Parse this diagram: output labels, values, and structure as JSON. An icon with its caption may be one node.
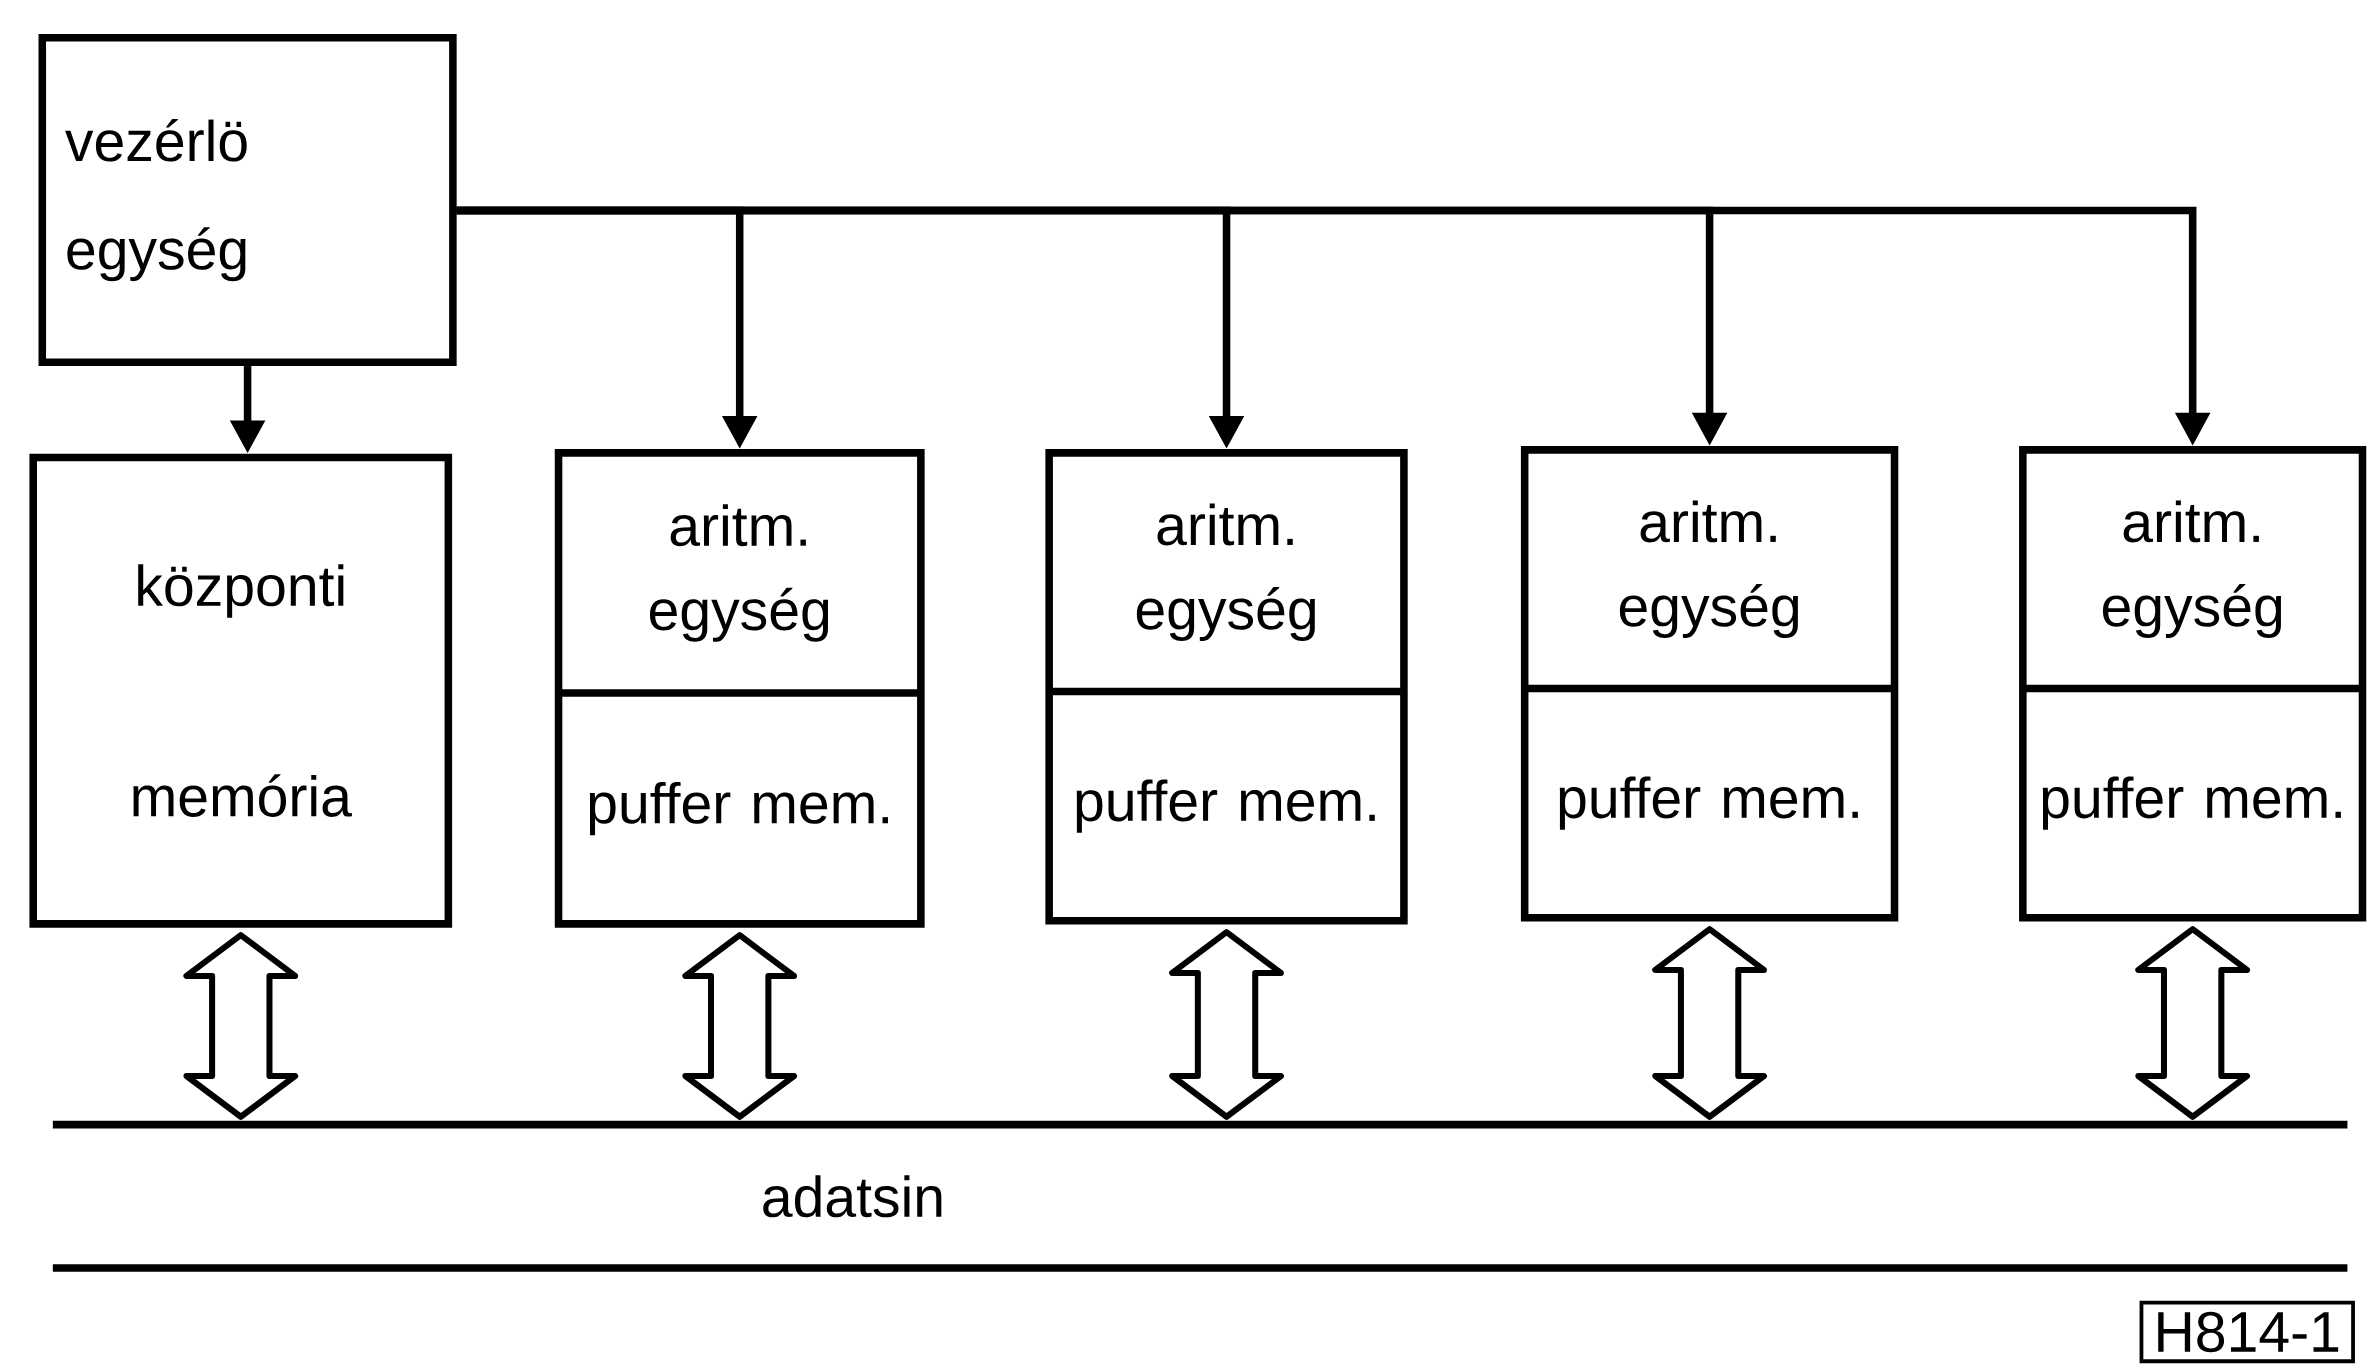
{
  "diagram": {
    "nodes": [
      {
        "text": [
          "vezérlö egység"
        ]
      },
      {
        "text": [
          "központi memória"
        ]
      },
      {
        "text": [
          "aritm. egység",
          "puffer mem."
        ]
      },
      {
        "text": [
          "aritm. egység",
          "puffer mem."
        ]
      },
      {
        "text": [
          "aritm. egység",
          "puffer mem."
        ]
      },
      {
        "text": [
          "aritm. egység",
          "puffer mem."
        ]
      },
      {
        "text": [
          "adatsin"
        ]
      }
    ],
    "edges": [
      {
        "from": 0,
        "to": 1,
        "arrow": "to"
      },
      {
        "from": 0,
        "to": 2,
        "arrow": "to"
      },
      {
        "from": 0,
        "to": 3,
        "arrow": "to"
      },
      {
        "from": 0,
        "to": 4,
        "arrow": "to"
      },
      {
        "from": 0,
        "to": 5,
        "arrow": "to"
      },
      {
        "from": 1,
        "to": 6,
        "arrow": "both"
      },
      {
        "from": 2,
        "to": 6,
        "arrow": "both"
      },
      {
        "from": 3,
        "to": 6,
        "arrow": "both"
      },
      {
        "from": 4,
        "to": 6,
        "arrow": "both"
      },
      {
        "from": 5,
        "to": 6,
        "arrow": "both"
      }
    ],
    "labels": [
      "H814-1"
    ]
  }
}
